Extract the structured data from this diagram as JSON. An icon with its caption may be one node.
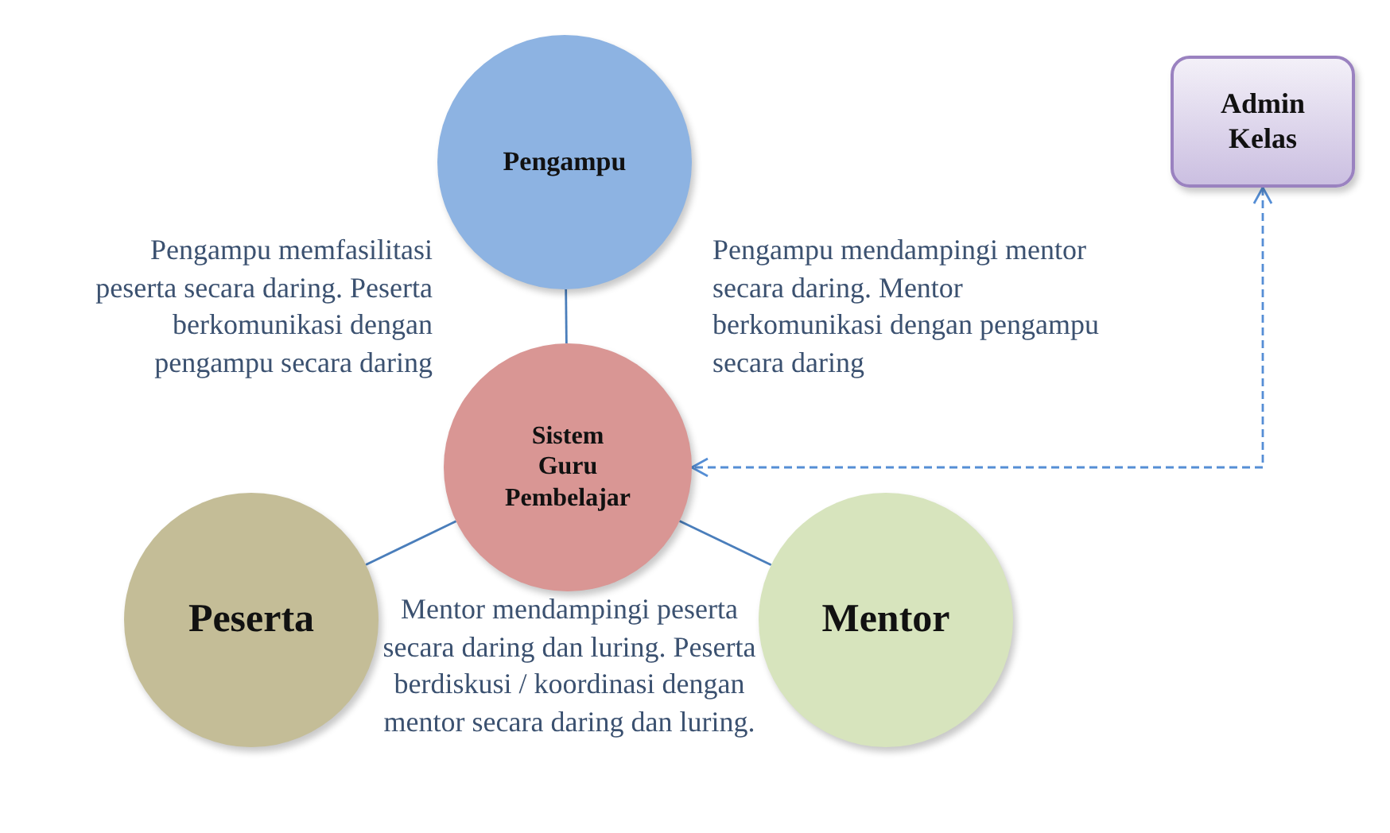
{
  "diagram": {
    "nodes": [
      {
        "text": [
          "Pengampu"
        ]
      },
      {
        "text": [
          "Admin Kelas"
        ]
      },
      {
        "text": [
          "Sistem Guru Pembelajar"
        ]
      },
      {
        "text": [
          "Peserta"
        ]
      },
      {
        "text": [
          "Mentor"
        ]
      }
    ],
    "edges": [
      {
        "from": 0,
        "to": 2,
        "arrow": "none"
      },
      {
        "from": 1,
        "to": 2,
        "arrow": "both",
        "style": "dashed",
        "color": "#558ed5"
      },
      {
        "from": 2,
        "to": 3,
        "arrow": "none"
      },
      {
        "from": 2,
        "to": 4,
        "arrow": "none"
      }
    ],
    "labels": [
      "Pengampu memfasilitasi peserta secara daring. Peserta berkomunikasi dengan pengampu secara daring",
      "Pengampu mendampingi mentor secara daring. Mentor berkomunikasi dengan pengampu secara daring",
      "Mentor mendampingi peserta secara daring dan luring. Peserta berdiskusi / koordinasi dengan mentor secara daring dan luring."
    ]
  }
}
